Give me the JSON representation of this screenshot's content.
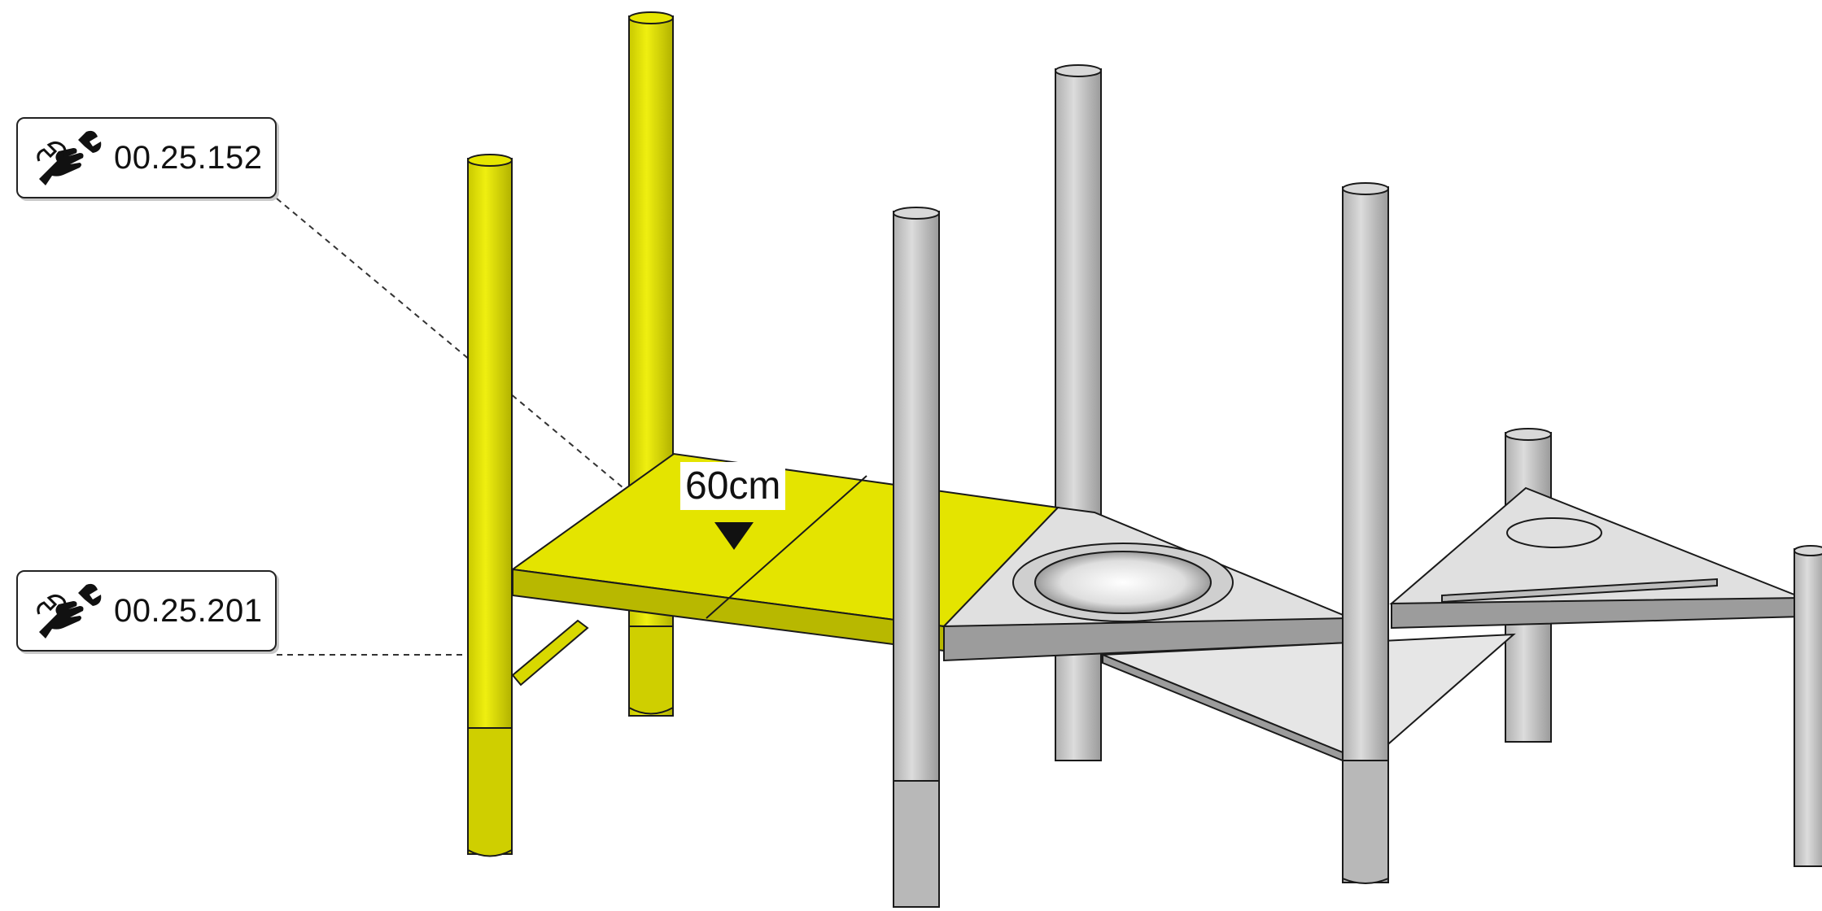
{
  "callouts": [
    {
      "part_number": "00.25.152",
      "icon": "hand-wrench-icon"
    },
    {
      "part_number": "00.25.201",
      "icon": "hand-wrench-icon"
    }
  ],
  "dimension": {
    "label": "60cm",
    "marker": "down-triangle"
  },
  "colors": {
    "highlight": "#e6e600",
    "highlight_dark": "#b5b500",
    "structure": "#c8c8c8",
    "structure_dark": "#8a8a8a",
    "outline": "#1a1a1a"
  }
}
